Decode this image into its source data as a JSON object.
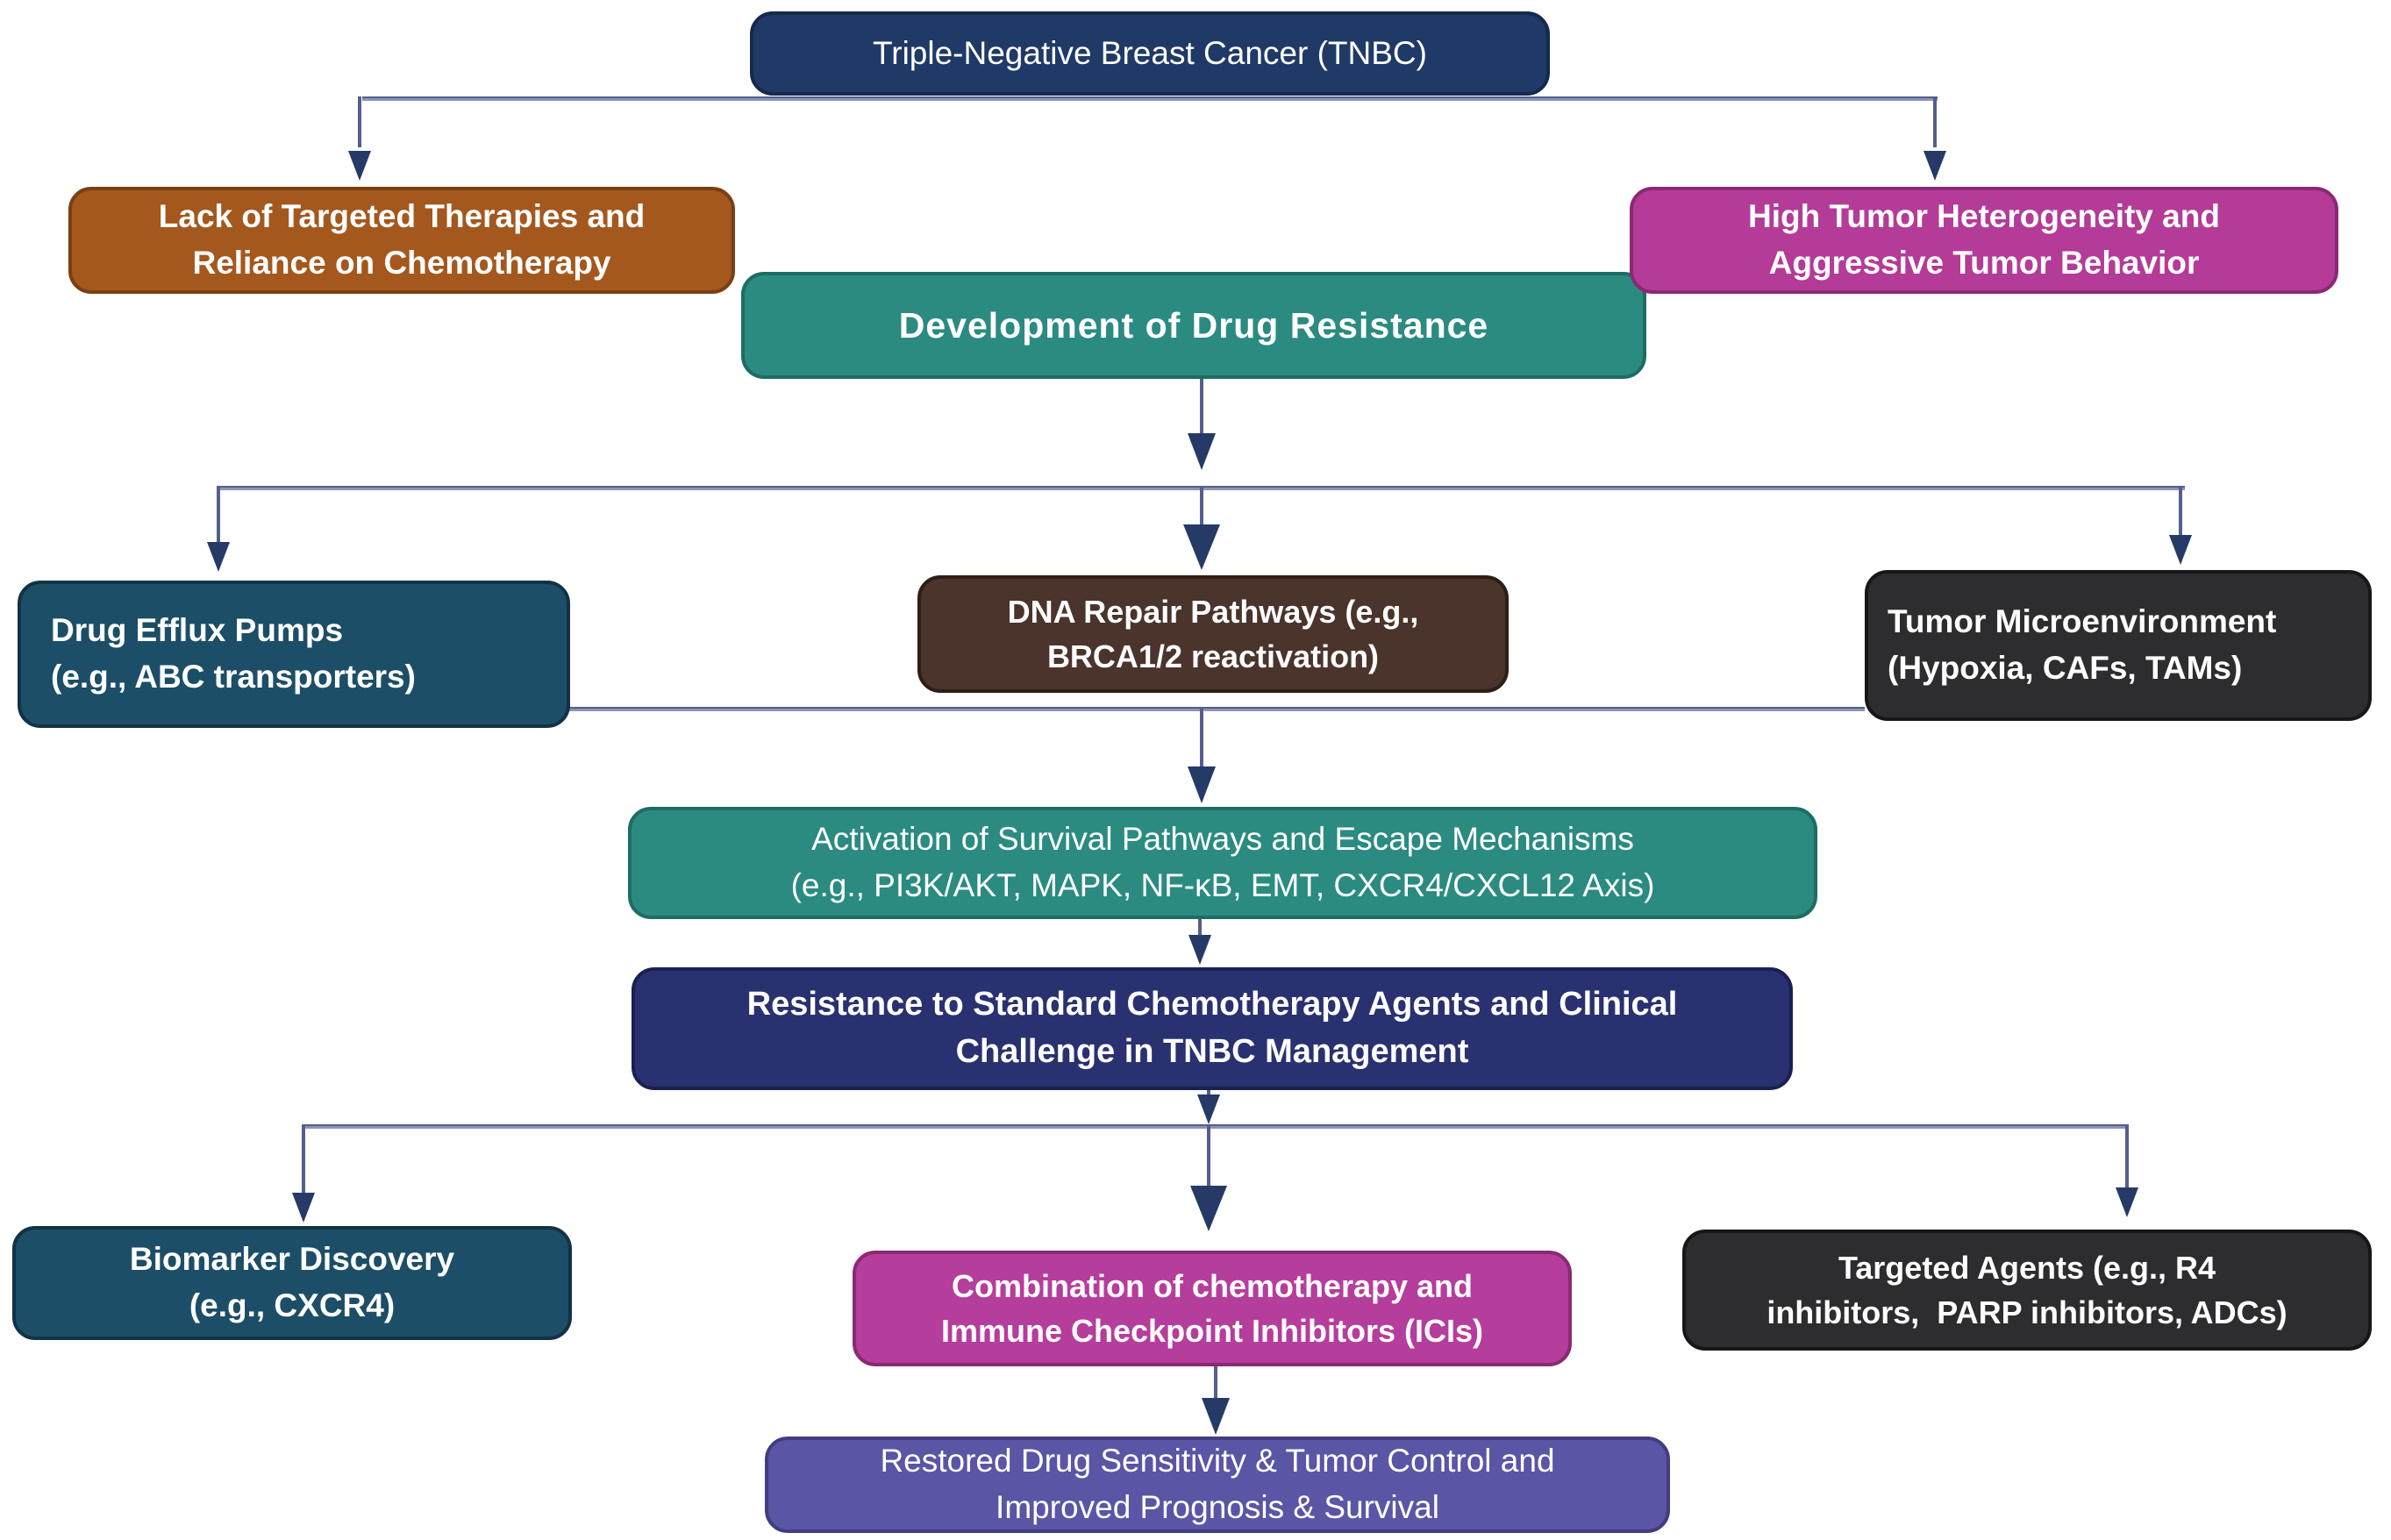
{
  "diagram": {
    "type": "flowchart",
    "nodes": {
      "tnbc": {
        "lines": [
          "Triple-Negative Breast Cancer (TNBC)"
        ],
        "bg": "#1f3a66",
        "border": "#152a4e",
        "text": "#ffffff",
        "bold": false
      },
      "lack": {
        "lines": [
          "Lack of Targeted Therapies and",
          "Reliance on Chemotherapy"
        ],
        "bg": "#a4581e",
        "border": "#7a3f12",
        "text": "#ffffff",
        "bold": true
      },
      "heterogeneity": {
        "lines": [
          "High Tumor Heterogeneity and",
          "Aggressive Tumor Behavior"
        ],
        "bg": "#b43b98",
        "border": "#8a2a72",
        "text": "#ffffff",
        "bold": true
      },
      "development": {
        "lines": [
          "Development of Drug Resistance"
        ],
        "bg": "#2b8b80",
        "border": "#1e6c62",
        "text": "#ffffff",
        "bold": true
      },
      "efflux": {
        "lines": [
          "Drug Efflux Pumps",
          "(e.g., ABC transporters)"
        ],
        "bg": "#1d4e67",
        "border": "#123345",
        "text": "#ffffff",
        "bold": true
      },
      "dna": {
        "lines": [
          "DNA Repair Pathways (e.g.,",
          "BRCA1/2 reactivation)"
        ],
        "bg": "#4a342b",
        "border": "#2e1e15",
        "text": "#ffffff",
        "bold": true
      },
      "tme": {
        "lines": [
          "Tumor Microenvironment",
          "(Hypoxia, CAFs, TAMs)"
        ],
        "bg": "#2d2d2f",
        "border": "#17171a",
        "text": "#ffffff",
        "bold": true
      },
      "activation": {
        "lines": [
          "Activation of Survival Pathways and Escape Mechanisms",
          "(e.g., PI3K/AKT, MAPK, NF-κB, EMT, CXCR4/CXCL12 Axis)"
        ],
        "bg": "#2b8b80",
        "border": "#1e6c62",
        "text": "#ffffff",
        "bold": false
      },
      "resistance": {
        "lines": [
          "Resistance to Standard Chemotherapy Agents and Clinical",
          "Challenge in TNBC Management"
        ],
        "bg": "#2a3170",
        "border": "#1a2152",
        "text": "#ffffff",
        "bold": true
      },
      "biomarker": {
        "lines": [
          "Biomarker Discovery",
          "(e.g., CXCR4)"
        ],
        "bg": "#1d4e67",
        "border": "#123345",
        "text": "#ffffff",
        "bold": true
      },
      "combination": {
        "lines": [
          "Combination of chemotherapy and",
          "Immune Checkpoint Inhibitors (ICIs)"
        ],
        "bg": "#b53d9c",
        "border": "#8a2a72",
        "text": "#ffffff",
        "bold": true
      },
      "targeted": {
        "lines": [
          "Targeted Agents (e.g., R4",
          "inhibitors,  PARP inhibitors, ADCs)"
        ],
        "bg": "#2d2d2f",
        "border": "#17171a",
        "text": "#ffffff",
        "bold": true
      },
      "restored": {
        "lines": [
          "Restored Drug Sensitivity & Tumor Control and",
          "Improved Prognosis & Survival"
        ],
        "bg": "#5a55a4",
        "border": "#423d80",
        "text": "#ffffff",
        "bold": false
      }
    },
    "edges": [
      {
        "from": "tnbc",
        "to": "lack"
      },
      {
        "from": "tnbc",
        "to": "heterogeneity"
      },
      {
        "from": "development",
        "to": "efflux"
      },
      {
        "from": "development",
        "to": "dna"
      },
      {
        "from": "development",
        "to": "tme"
      },
      {
        "from": "efflux",
        "to": "activation"
      },
      {
        "from": "dna",
        "to": "activation"
      },
      {
        "from": "tme",
        "to": "activation"
      },
      {
        "from": "activation",
        "to": "resistance"
      },
      {
        "from": "resistance",
        "to": "biomarker"
      },
      {
        "from": "resistance",
        "to": "combination"
      },
      {
        "from": "resistance",
        "to": "targeted"
      },
      {
        "from": "combination",
        "to": "restored"
      }
    ],
    "connector_colors": {
      "line": "#8c95b2",
      "line_edge": "#535f8c",
      "arrow": "#253a66"
    },
    "background": "#ffffff"
  }
}
